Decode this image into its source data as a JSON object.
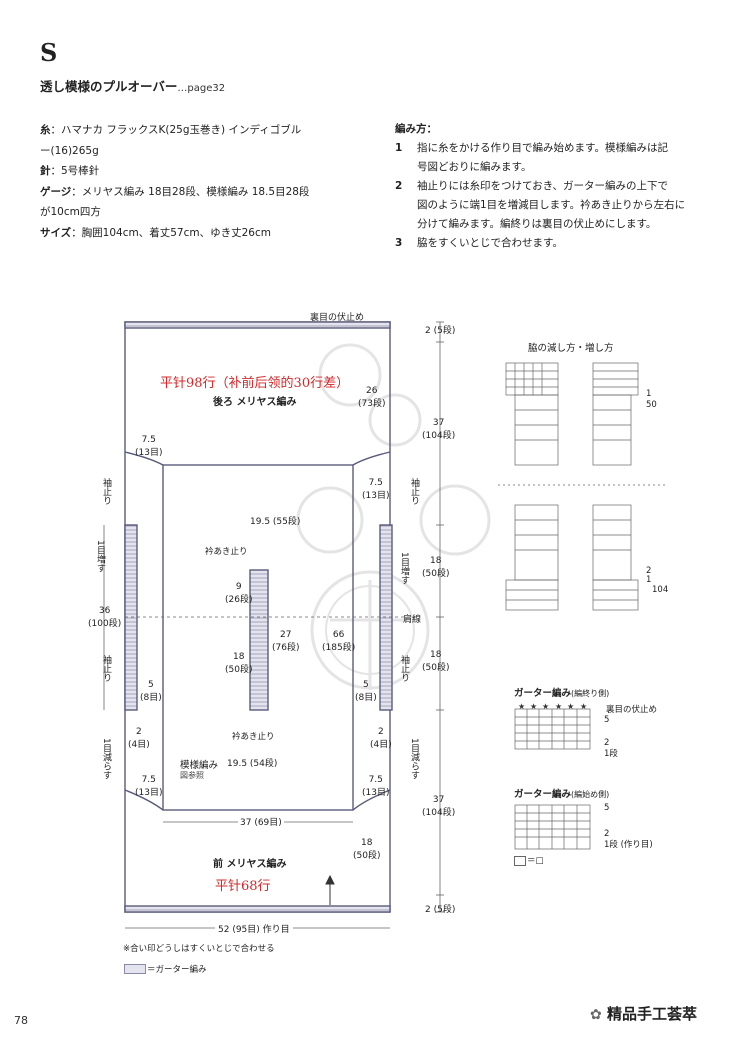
{
  "header": {
    "letter": "S",
    "title": "透し模様のプルオーバー",
    "page_ref": "…page32"
  },
  "materials": [
    {
      "label": "糸",
      "text": "：ハマナカ フラックスK(25g玉巻き) インディゴブル"
    },
    {
      "label": "",
      "text": "ー(16)265g"
    },
    {
      "label": "針",
      "text": "：5号棒針"
    },
    {
      "label": "ゲージ",
      "text": "：メリヤス編み 18目28段、模様編み 18.5目28段"
    },
    {
      "label": "",
      "text": "が10cm四方"
    },
    {
      "label": "サイズ",
      "text": "：胸囲104cm、着丈57cm、ゆき丈26cm"
    }
  ],
  "method": {
    "heading": "編み方：",
    "steps": [
      {
        "num": "1",
        "lines": [
          "指に糸をかける作り目で編み始めます。模様編みは記",
          "号図どおりに編みます。"
        ]
      },
      {
        "num": "2",
        "lines": [
          "袖止りには糸印をつけておき、ガーター編みの上下で",
          "図のように端1目を増減目します。衿あき止りから左右に",
          "分けて編みます。編終りは裏目の伏止めにします。"
        ]
      },
      {
        "num": "3",
        "lines": [
          "脇をすくいとじで合わせます。"
        ]
      }
    ]
  },
  "diagram": {
    "bind_off_top": "裏目の伏止め",
    "top_rows": "2 (5段)",
    "bottom_rows": "2 (5段)",
    "red_note_top": "平针98行（补前后领的30行差）",
    "red_note_bottom": "平针68行",
    "back_label": "後ろ メリヤス編み",
    "front_label": "前 メリヤス編み",
    "pattern_label": "模様編み",
    "pattern_sub": "図参照",
    "neck_open": "衿あき止り",
    "sleeve_stop": "袖止り",
    "one_inc": "1目増す",
    "one_dec": "1目減らす",
    "back_right_26": "26",
    "back_right_26r": "(73段)",
    "measure_37_top": "37",
    "measure_37_top_r": "(104段)",
    "measure_18_a": "18",
    "measure_18_a_r": "(50段)",
    "measure_18_b": "18",
    "measure_18_b_r": "(50段)",
    "measure_37_bot": "37",
    "measure_37_bot_r": "(104段)",
    "m_7_5": "7.5",
    "m_13": "(13目)",
    "m_19_5_top": "19.5 (55段)",
    "m_19_5_bot": "19.5 (54段)",
    "m_9": "9",
    "m_9r": "(26段)",
    "m_27": "27",
    "m_27r": "(76段)",
    "m_66": "66",
    "m_66r": "(185段)",
    "m_36": "36",
    "m_36r": "(100段)",
    "m_5": "5",
    "m_5r": "(8目)",
    "m_2": "2",
    "m_2r": "(4目)",
    "m_18c": "18",
    "m_18cr": "(50段)",
    "m_18f": "18",
    "m_18fr": "(50段)",
    "fold_label": "肩線",
    "m_37_69": "37 (69目)",
    "bottom_width": "52 (95目) 作り目",
    "note": "※合い印どうしはすくいとじで合わせる",
    "legend_garter": "＝ガーター編み"
  },
  "side_chart": {
    "title": "脇の減し方・増し方",
    "r1": "1",
    "r50": "50",
    "r2": "2",
    "r1b": "1",
    "r104": "104"
  },
  "garter_bind": {
    "title": "ガーター編み",
    "sub": "(編終り側)",
    "note": "裏目の伏止め",
    "r5": "5",
    "r2": "2",
    "r1": "1段"
  },
  "garter_cast": {
    "title": "ガーター編み",
    "sub": "(編始め側)",
    "r5": "5",
    "r2": "2",
    "r1": "1段 (作り目)",
    "legend": "＝",
    "legend_b": "□"
  },
  "footer": {
    "page_number": "78",
    "brand": "精品手工荟萃"
  },
  "colors": {
    "line": "#5a5a7a",
    "red": "#d0282a",
    "text": "#222222"
  }
}
